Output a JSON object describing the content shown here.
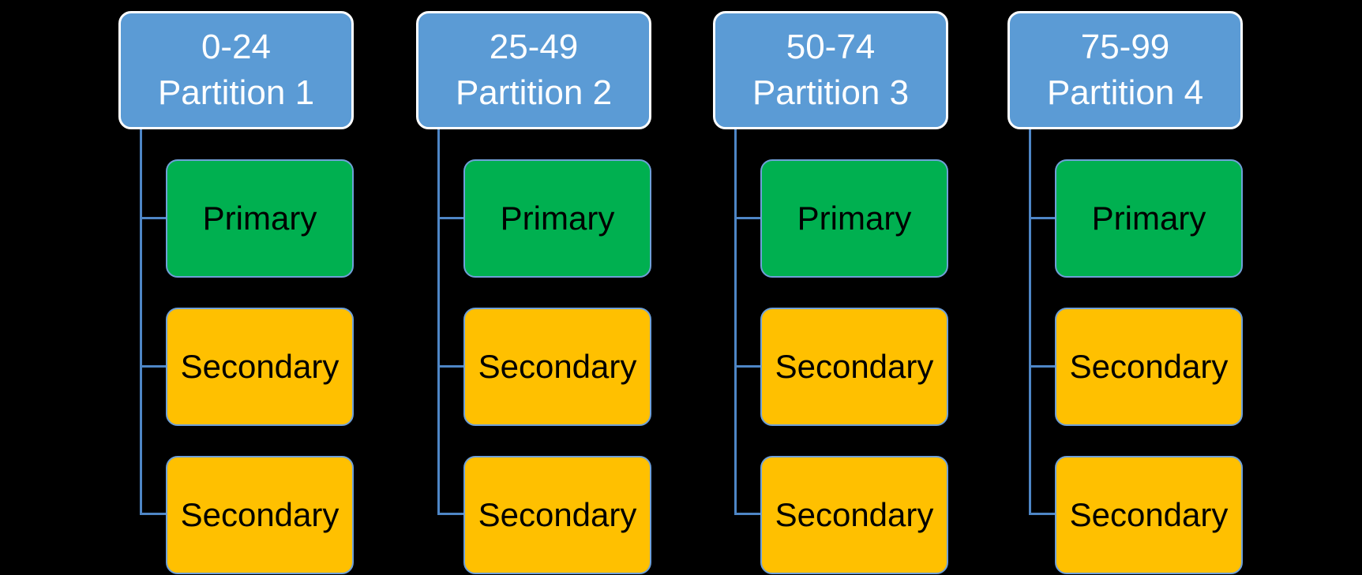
{
  "colors": {
    "background": "#000000",
    "header_fill": "#5B9BD5",
    "header_border": "#FFFFFF",
    "header_text": "#FFFFFF",
    "primary_fill": "#00B050",
    "secondary_fill": "#FFC000",
    "child_border": "#6FA0D8",
    "child_text": "#000000",
    "connector": "#4E86C6"
  },
  "partitions": [
    {
      "range": "0-24",
      "title": "Partition 1",
      "children": [
        {
          "label": "Primary",
          "type": "primary"
        },
        {
          "label": "Secondary",
          "type": "secondary"
        },
        {
          "label": "Secondary",
          "type": "secondary"
        }
      ]
    },
    {
      "range": "25-49",
      "title": "Partition 2",
      "children": [
        {
          "label": "Primary",
          "type": "primary"
        },
        {
          "label": "Secondary",
          "type": "secondary"
        },
        {
          "label": "Secondary",
          "type": "secondary"
        }
      ]
    },
    {
      "range": "50-74",
      "title": "Partition 3",
      "children": [
        {
          "label": "Primary",
          "type": "primary"
        },
        {
          "label": "Secondary",
          "type": "secondary"
        },
        {
          "label": "Secondary",
          "type": "secondary"
        }
      ]
    },
    {
      "range": "75-99",
      "title": "Partition 4",
      "children": [
        {
          "label": "Primary",
          "type": "primary"
        },
        {
          "label": "Secondary",
          "type": "secondary"
        },
        {
          "label": "Secondary",
          "type": "secondary"
        }
      ]
    }
  ]
}
